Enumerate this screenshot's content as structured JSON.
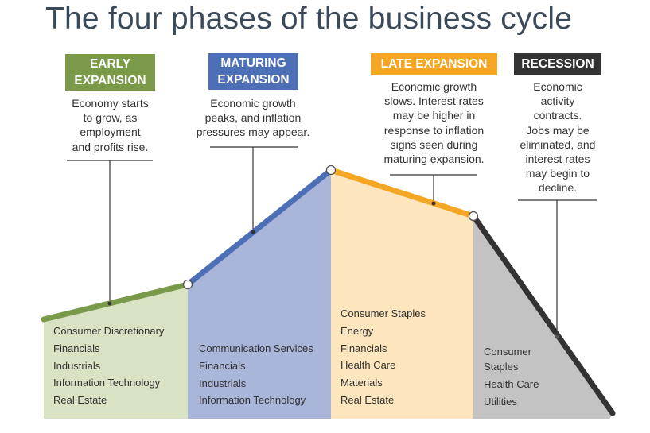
{
  "title": "The four phases of the business cycle",
  "colors": {
    "early": "#7a9a4a",
    "early_fill": "#d8e3c4",
    "maturing": "#4d6fb5",
    "maturing_fill": "#a9b5d9",
    "late": "#f5a623",
    "late_fill": "#fde5bd",
    "recession": "#333333",
    "recession_fill": "#c3c3c3"
  },
  "phases": [
    {
      "name": "EARLY EXPANSION",
      "label_lines": [
        "EARLY",
        "EXPANSION"
      ],
      "description": "Economy starts to grow, as employment and profits rise.",
      "description_lines": [
        "Economy starts",
        "to grow, as",
        "employment",
        "and profits rise."
      ],
      "sectors": [
        "Consumer Discretionary",
        "Financials",
        "Industrials",
        "Information Technology",
        "Real Estate"
      ]
    },
    {
      "name": "MATURING EXPANSION",
      "label_lines": [
        "MATURING",
        "EXPANSION"
      ],
      "description": "Economic growth peaks, and inflation pressures may appear.",
      "description_lines": [
        "Economic growth",
        "peaks, and inflation",
        "pressures may appear."
      ],
      "sectors": [
        "Communication Services",
        "Financials",
        "Industrials",
        "Information Technology"
      ]
    },
    {
      "name": "LATE EXPANSION",
      "label_lines": [
        "LATE EXPANSION"
      ],
      "description": "Economic growth slows. Interest rates may be higher in response to inflation signs seen during maturing expansion.",
      "description_lines": [
        "Economic growth",
        "slows. Interest rates",
        "may be higher in",
        "response to inflation",
        "signs seen during",
        "maturing expansion."
      ],
      "sectors": [
        "Consumer Staples",
        "Energy",
        "Financials",
        "Health Care",
        "Materials",
        "Real Estate"
      ]
    },
    {
      "name": "RECESSION",
      "label_lines": [
        "RECESSION"
      ],
      "description": "Economic activity contracts. Jobs may be eliminated, and interest rates may begin to decline.",
      "description_lines": [
        "Economic",
        "activity",
        "contracts.",
        "Jobs may be",
        "eliminated, and",
        "interest rates",
        "may begin to",
        "decline."
      ],
      "sectors": [
        "Consumer",
        "Staples",
        "Health Care",
        "Utilities"
      ]
    }
  ]
}
